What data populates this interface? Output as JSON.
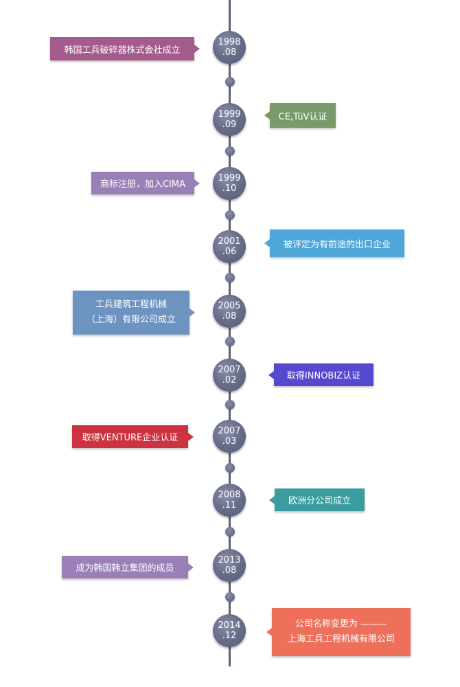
{
  "events": [
    {
      "year": "1998",
      "month": ".08",
      "text": "韩国工兵破碎器株式会社成立",
      "color": "#a35b8b"
    },
    {
      "year": "1999",
      "month": ".09",
      "text": "CE,TüV认证",
      "color": "#7a9a6a"
    },
    {
      "year": "1999",
      "month": ".10",
      "text": "商标注册，加入CIMA",
      "color": "#9b80b7"
    },
    {
      "year": "2001",
      "month": ".06",
      "text": "被评定为有前途的出口企业",
      "color": "#4fa6d8"
    },
    {
      "year": "2005",
      "month": ".08",
      "line1": "工兵建筑工程机械",
      "line2": "（上海）有限公司成立",
      "color": "#6d93c0"
    },
    {
      "year": "2007",
      "month": ".02",
      "text": "取得INNOBIZ认证",
      "color": "#5749cf"
    },
    {
      "year": "2007",
      "month": ".03",
      "text": "取得VENTURE企业认证",
      "color": "#cc3340"
    },
    {
      "year": "2008",
      "month": ".11",
      "text": "欧洲分公司成立",
      "color": "#3a9c9f"
    },
    {
      "year": "2013",
      "month": ".08",
      "text": "成为韩国韩立集团的成员",
      "color": "#9b80b7"
    },
    {
      "year": "2014",
      "month": ".12",
      "line1": "公司名称变更为 ———",
      "line2": "上海工兵工程机械有限公司",
      "color": "#ef705a"
    }
  ]
}
